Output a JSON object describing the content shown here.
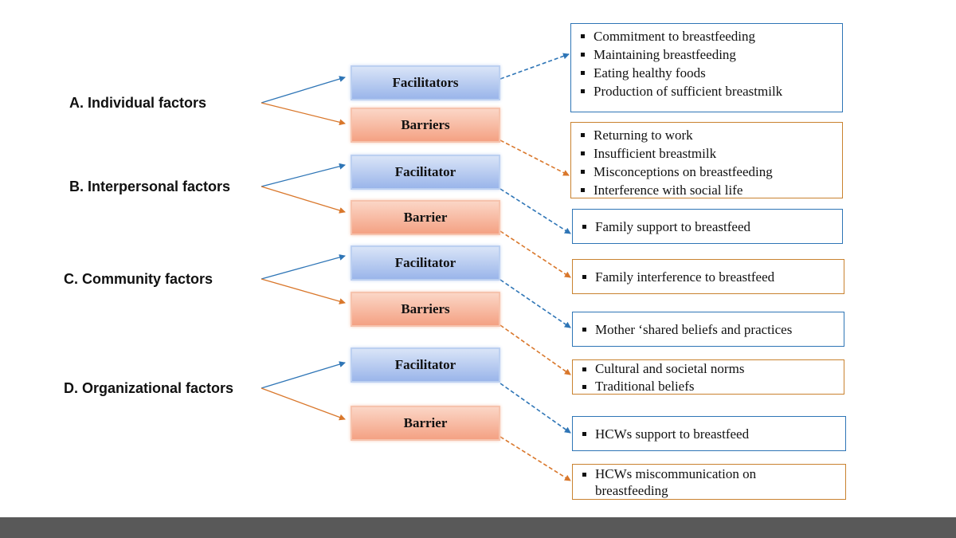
{
  "factors": [
    {
      "label": "A. Individual factors"
    },
    {
      "label": "B. Interpersonal factors"
    },
    {
      "label": "C. Community factors"
    },
    {
      "label": "D. Organizational factors"
    }
  ],
  "nodes": [
    {
      "label": "Facilitators"
    },
    {
      "label": "Barriers"
    },
    {
      "label": "Facilitator"
    },
    {
      "label": "Barrier"
    },
    {
      "label": "Facilitator"
    },
    {
      "label": "Barriers"
    },
    {
      "label": "Facilitator"
    },
    {
      "label": "Barrier"
    }
  ],
  "boxes": [
    {
      "items": [
        "Commitment to breastfeeding",
        "Maintaining  breastfeeding",
        "Eating healthy  foods",
        "Production of sufficient breastmilk"
      ]
    },
    {
      "items": [
        "Returning to work",
        "Insufficient  breastmilk",
        "Misconceptions  on breastfeeding",
        "Interference  with social life"
      ]
    },
    {
      "items": [
        "Family support to breastfeed"
      ]
    },
    {
      "items": [
        "Family  interference  to breastfeed"
      ]
    },
    {
      "items": [
        "Mother ‘shared  beliefs and practices"
      ]
    },
    {
      "items": [
        "Cultural and societal norms",
        "Traditional  beliefs"
      ]
    },
    {
      "items": [
        "HCWs support to breastfeed"
      ]
    },
    {
      "items": [
        "HCWs miscommunication  on breastfeeding"
      ]
    }
  ],
  "colors": {
    "blue": "#2e75b6",
    "orange": "#d9772b",
    "footer": "#595959"
  }
}
